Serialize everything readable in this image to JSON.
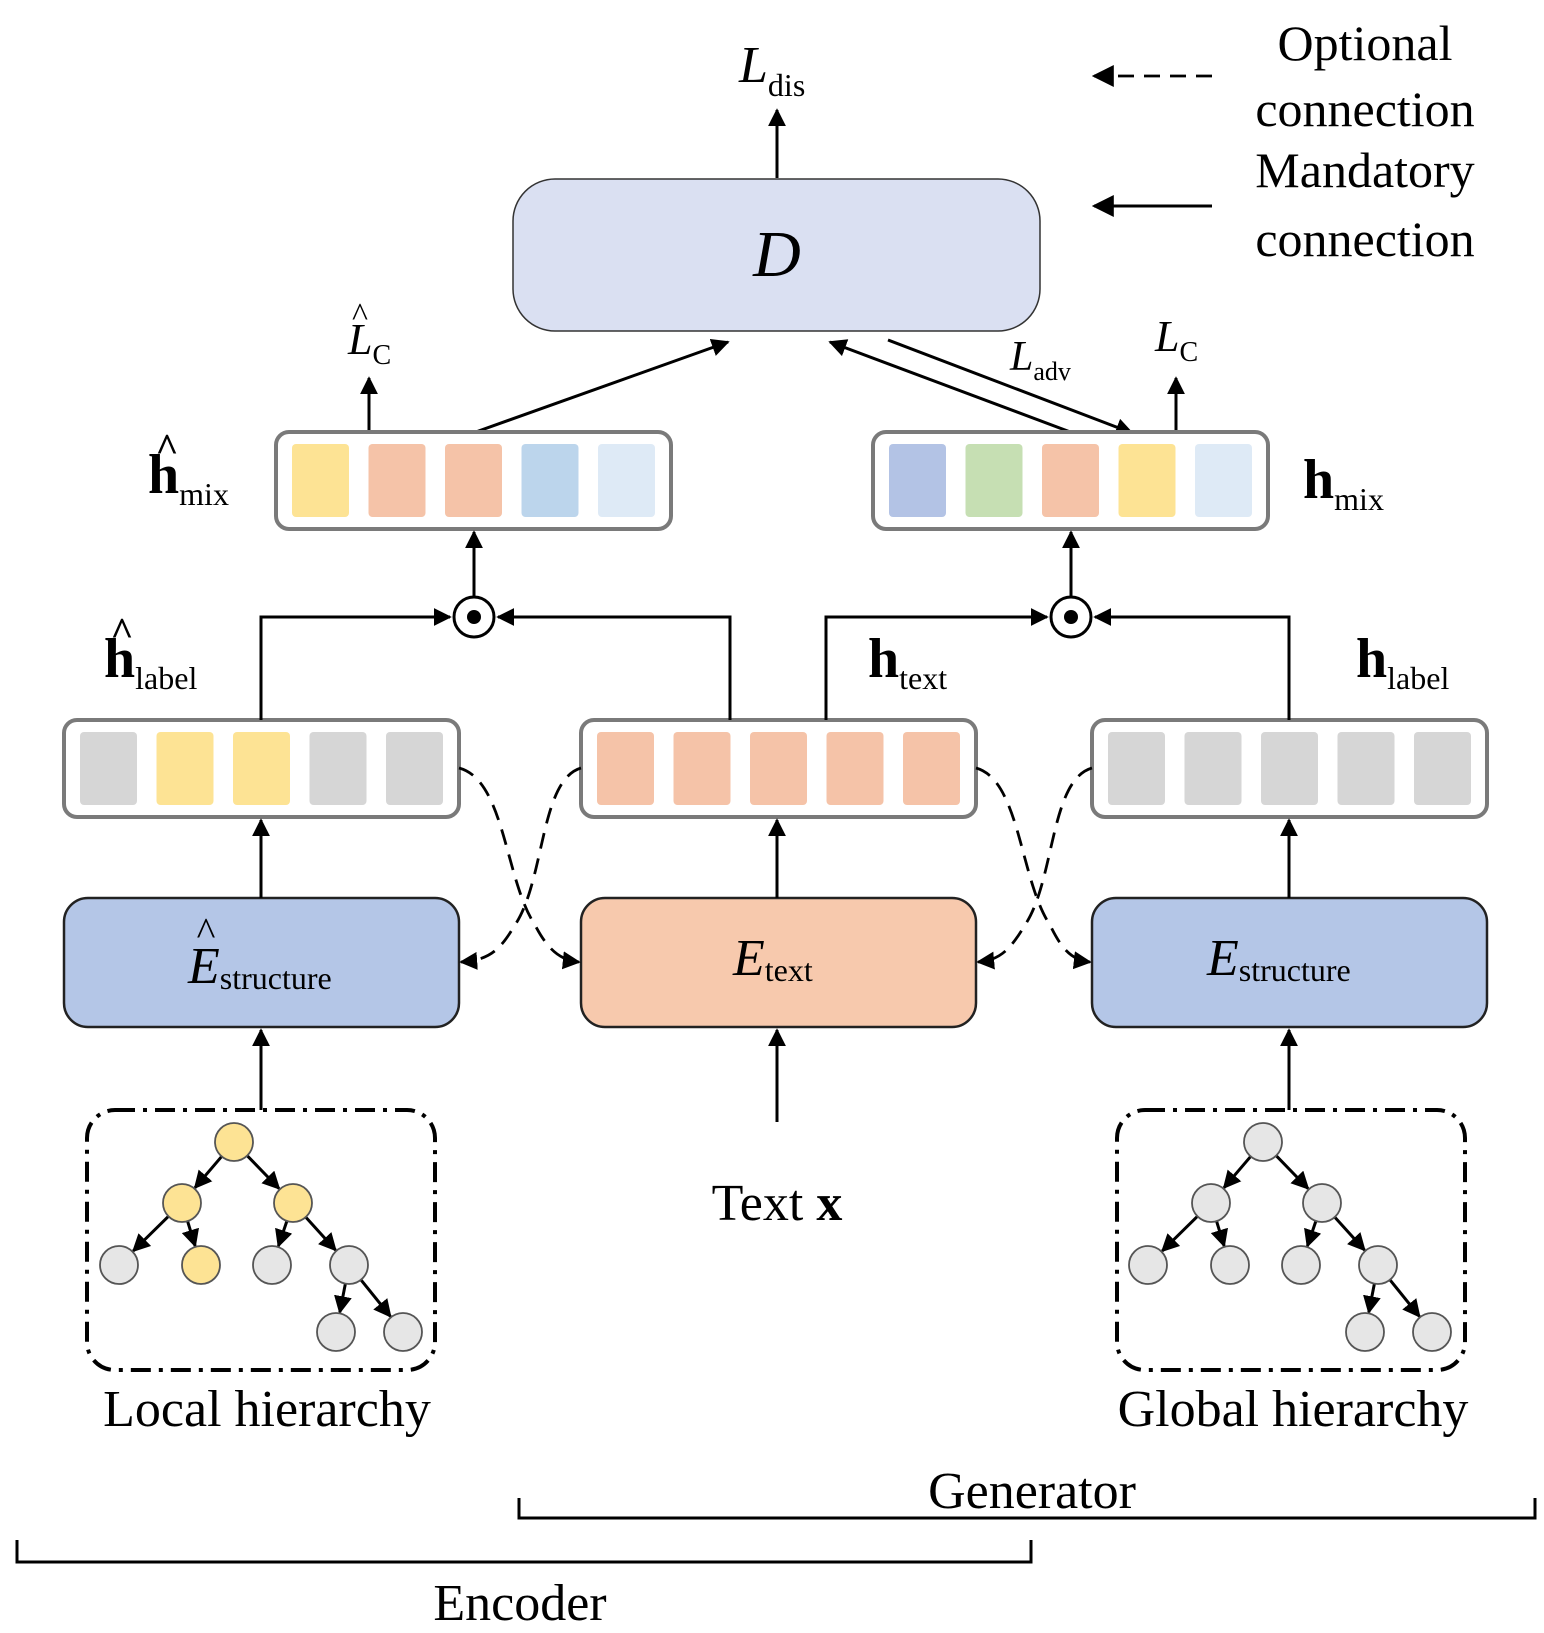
{
  "legend": {
    "optional": [
      "Optional",
      "connection"
    ],
    "mandatory": [
      "Mandatory",
      "connection"
    ]
  },
  "top": {
    "loss_dis": {
      "L": "L",
      "sub": "dis"
    },
    "discriminator": "D",
    "loss_c_hat": {
      "L": "L",
      "hat": "^",
      "sub": "C"
    },
    "loss_c": {
      "L": "L",
      "sub": "C"
    },
    "loss_adv": {
      "L": "L",
      "sub": "adv"
    }
  },
  "vectors": {
    "h_mix_hat": {
      "h": "h",
      "hat": "^",
      "sub": "mix",
      "colors": [
        "#fde394",
        "#f5c3a8",
        "#f5c3a8",
        "#bcd5ec",
        "#deeaf6"
      ]
    },
    "h_mix": {
      "h": "h",
      "sub": "mix",
      "colors": [
        "#b3c3e5",
        "#c6dfb3",
        "#f5c3a8",
        "#fde394",
        "#deeaf6"
      ]
    },
    "h_label_hat": {
      "h": "h",
      "hat": "^",
      "sub": "label",
      "colors": [
        "#d6d6d6",
        "#fde394",
        "#fde394",
        "#d6d6d6",
        "#d6d6d6"
      ]
    },
    "h_text": {
      "h": "h",
      "sub": "text",
      "colors": [
        "#f5c3a8",
        "#f5c3a8",
        "#f5c3a8",
        "#f5c3a8",
        "#f5c3a8"
      ]
    },
    "h_label": {
      "h": "h",
      "sub": "label",
      "colors": [
        "#d6d6d6",
        "#d6d6d6",
        "#d6d6d6",
        "#d6d6d6",
        "#d6d6d6"
      ]
    }
  },
  "encoders": {
    "structure_hat": {
      "E": "E",
      "hat": "^",
      "sub": "structure",
      "color": "#b4c6e7"
    },
    "text": {
      "E": "E",
      "sub": "text",
      "color": "#f7c9ad"
    },
    "structure": {
      "E": "E",
      "sub": "structure",
      "color": "#b4c6e7"
    }
  },
  "inputs": {
    "local": "Local hierarchy",
    "text_prefix": "Text ",
    "text_var": "x",
    "global": "Global hierarchy"
  },
  "brackets": {
    "generator": "Generator",
    "encoder": "Encoder"
  },
  "colors": {
    "discriminator_fill": "#dae0f2",
    "highlight_node": "#fde394",
    "plain_node": "#e6e6e6"
  }
}
